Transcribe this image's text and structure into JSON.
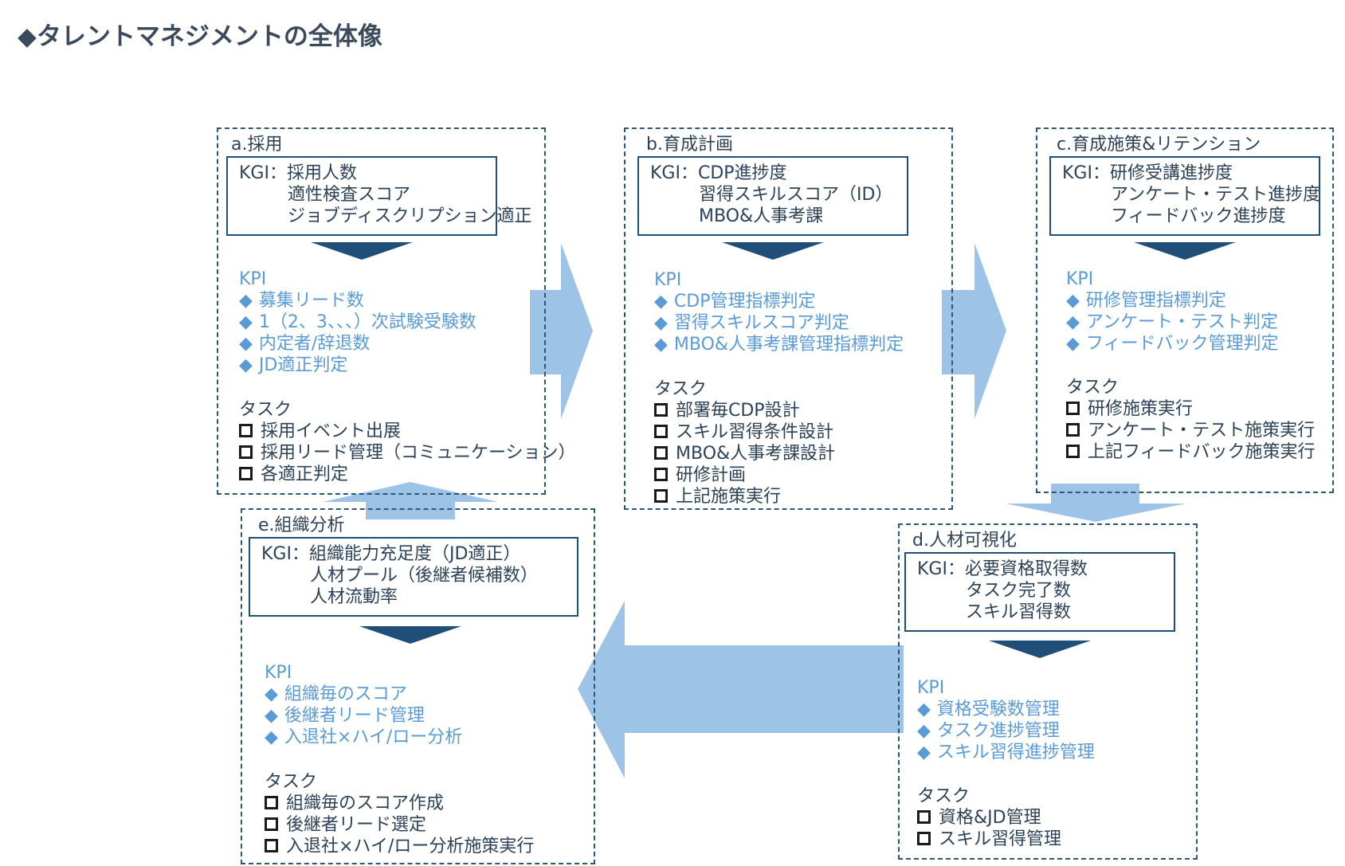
{
  "title": "◆タレントマネジメントの全体像",
  "cards": {
    "a": {
      "heading": "a.採用",
      "kgi_prefix": "KGI：",
      "kgi": [
        "採用人数",
        "適性検査スコア",
        "ジョブディスクリプション適正"
      ],
      "kpi_label": "KPI",
      "kpi": [
        "募集リード数",
        "1（2、3、、、）次試験受験数",
        "内定者/辞退数",
        "JD適正判定"
      ],
      "task_label": "タスク",
      "tasks": [
        "採用イベント出展",
        "採用リード管理（コミュニケーション）",
        "各適正判定"
      ]
    },
    "b": {
      "heading": "b.育成計画",
      "kgi_prefix": "KGI：",
      "kgi": [
        "CDP進捗度",
        "習得スキルスコア（ID）",
        "MBO&人事考課"
      ],
      "kpi_label": "KPI",
      "kpi": [
        "CDP管理指標判定",
        "習得スキルスコア判定",
        "MBO&人事考課管理指標判定"
      ],
      "task_label": "タスク",
      "tasks": [
        "部署毎CDP設計",
        "スキル習得条件設計",
        "MBO&人事考課設計",
        "研修計画",
        "上記施策実行"
      ]
    },
    "c": {
      "heading": "c.育成施策&リテンション",
      "kgi_prefix": "KGI：",
      "kgi": [
        "研修受講進捗度",
        "アンケート・テスト進捗度",
        "フィードバック進捗度"
      ],
      "kpi_label": "KPI",
      "kpi": [
        "研修管理指標判定",
        "アンケート・テスト判定",
        "フィードバック管理判定"
      ],
      "task_label": "タスク",
      "tasks": [
        "研修施策実行",
        "アンケート・テスト施策実行",
        "上記フィードバック施策実行"
      ]
    },
    "d": {
      "heading": "d.人材可視化",
      "kgi_prefix": "KGI：",
      "kgi": [
        "必要資格取得数",
        "タスク完了数",
        "スキル習得数"
      ],
      "kpi_label": "KPI",
      "kpi": [
        "資格受験数管理",
        "タスク進捗管理",
        "スキル習得進捗管理"
      ],
      "task_label": "タスク",
      "tasks": [
        "資格&JD管理",
        "スキル習得管理"
      ]
    },
    "e": {
      "heading": "e.組織分析",
      "kgi_prefix": "KGI：",
      "kgi": [
        "組織能力充足度（JD適正）",
        "人材プール（後継者候補数）",
        "人材流動率"
      ],
      "kpi_label": "KPI",
      "kpi": [
        "組織毎のスコア",
        "後継者リード管理",
        "入退社×ハイ/ロー分析"
      ],
      "task_label": "タスク",
      "tasks": [
        "組織毎のスコア作成",
        "後継者リード選定",
        "入退社×ハイ/ロー分析施策実行"
      ]
    }
  },
  "colors": {
    "border": "#2d5778",
    "kgi_border": "#1f4e79",
    "kpi_text": "#5b9bd5",
    "flow_arrow": "#9dc3e6",
    "text": "#2c4259"
  }
}
